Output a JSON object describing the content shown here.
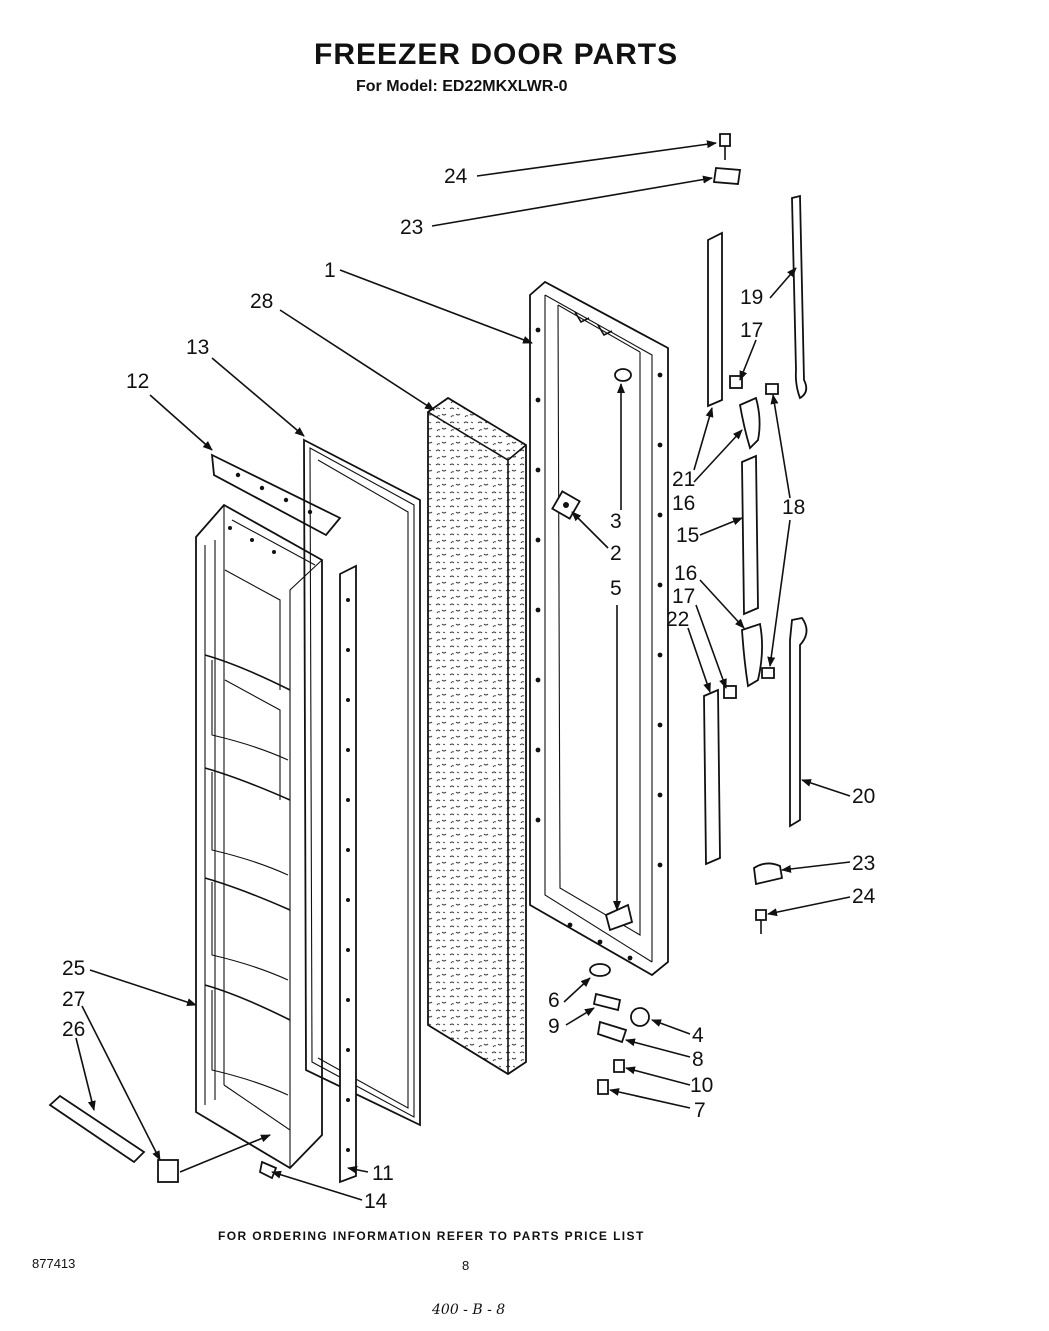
{
  "header": {
    "title": "FREEZER DOOR PARTS",
    "model": "For Model: ED22MKXLWR-0"
  },
  "callouts": [
    "1",
    "2",
    "3",
    "4",
    "5",
    "6",
    "7",
    "8",
    "9",
    "10",
    "11",
    "12",
    "13",
    "14",
    "15",
    "16",
    "16",
    "17",
    "17",
    "18",
    "19",
    "20",
    "21",
    "22",
    "23",
    "23",
    "24",
    "24",
    "25",
    "26",
    "27",
    "28"
  ],
  "footer": {
    "ordering_note": "FOR ORDERING INFORMATION REFER TO PARTS PRICE LIST",
    "doc_number": "877413",
    "page_number": "8",
    "handwritten": "400 - B - 8"
  }
}
